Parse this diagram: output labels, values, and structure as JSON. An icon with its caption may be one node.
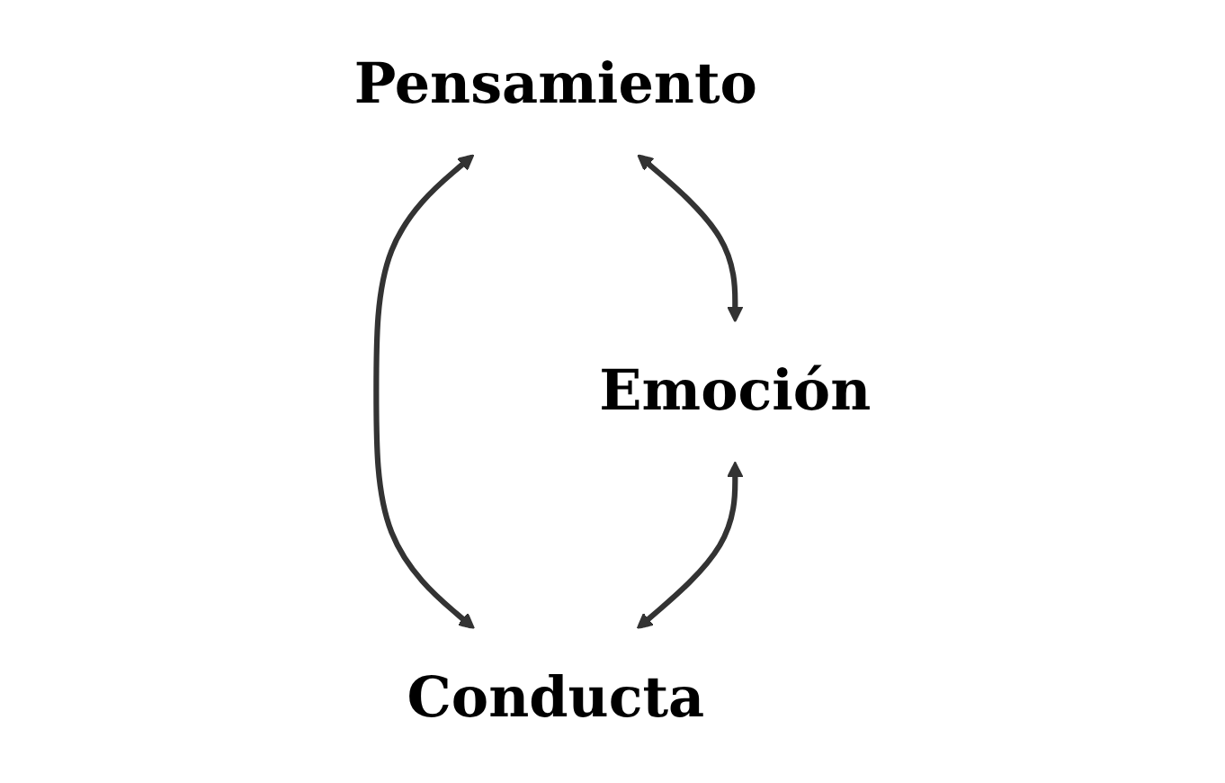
{
  "diagram": {
    "nodes": [
      {
        "text": [
          "Pensamiento"
        ]
      },
      {
        "text": [
          "Emoción"
        ]
      },
      {
        "text": [
          "Conducta"
        ]
      }
    ],
    "edges": [
      {
        "from": 0,
        "to": 1,
        "arrow": "both"
      },
      {
        "from": 0,
        "to": 2,
        "arrow": "both"
      },
      {
        "from": 1,
        "to": 2,
        "arrow": "both"
      }
    ]
  }
}
